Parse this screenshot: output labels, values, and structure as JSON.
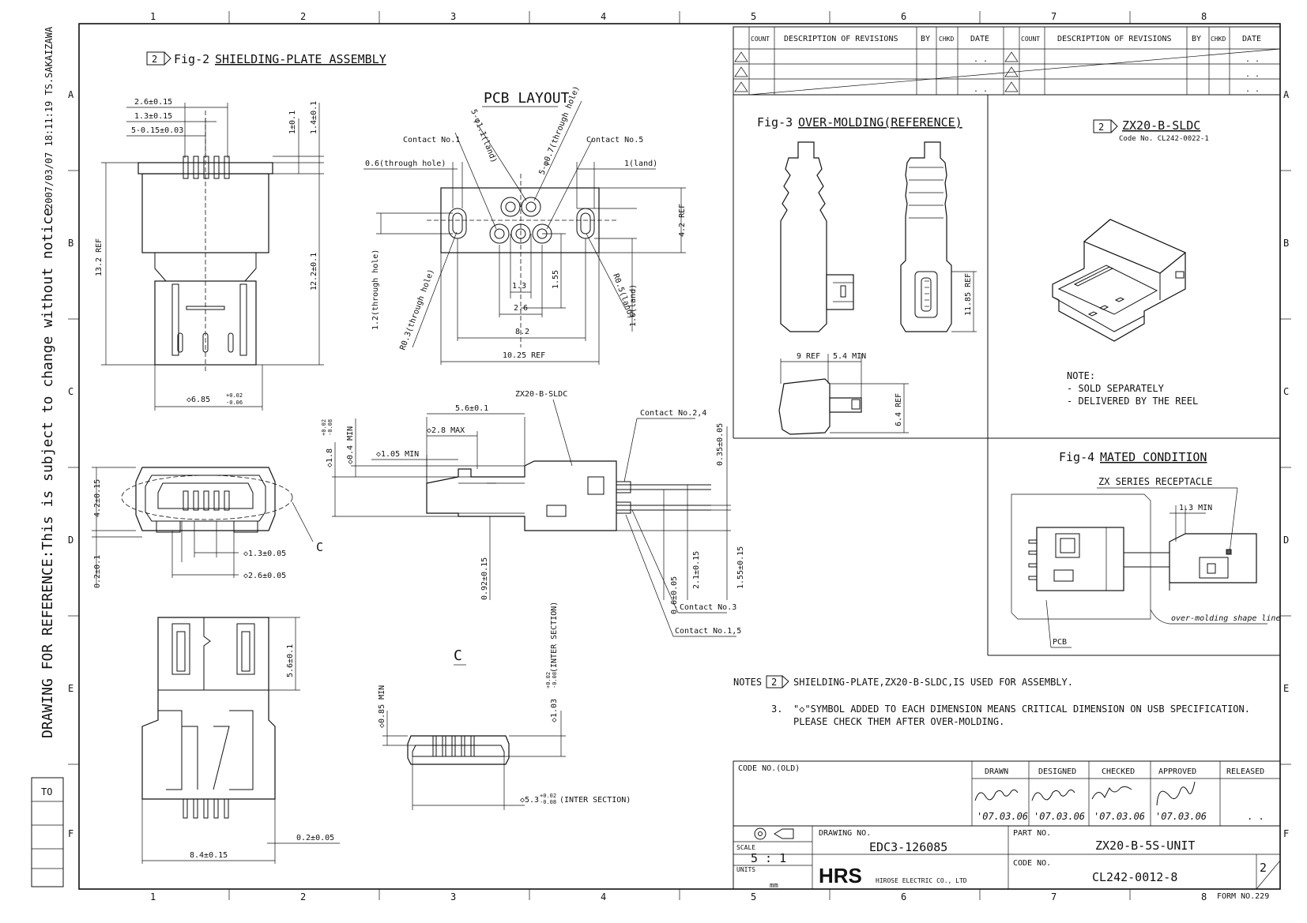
{
  "frame": {
    "cols_top": [
      "1",
      "2",
      "3",
      "4",
      "5",
      "6",
      "7",
      "8"
    ],
    "cols_bottom": [
      "1",
      "2",
      "3",
      "4",
      "5",
      "6",
      "7",
      "8"
    ],
    "rows_left": [
      "A",
      "B",
      "C",
      "D",
      "E",
      "F"
    ],
    "rows_right": [
      "A",
      "B",
      "C",
      "D",
      "E",
      "F"
    ],
    "form_no": "FORM NO.229",
    "side_timestamp": "2007/03/07 18:11:19 TS.SAKAIZAWA",
    "side_notice": "DRAWING FOR REFERENCE:This is subject to change without notice",
    "to_label": "TO"
  },
  "revisions": {
    "headers": [
      "COUNT",
      "DESCRIPTION OF REVISIONS",
      "BY",
      "CHKD",
      "DATE"
    ],
    "dots": ". ."
  },
  "fig2": {
    "marker": "2",
    "title": "Fig-2",
    "subtitle": "SHIELDING-PLATE ASSEMBLY",
    "dims": {
      "d1": "2.6±0.15",
      "d2": "1.3±0.15",
      "d3": "5-0.15±0.03",
      "d4": "1±0.1",
      "d5": "1.4±0.1",
      "d6": "13.2 REF",
      "d7": "12.2±0.1",
      "d8": "◇6.85",
      "d8sup": "+0.02",
      "d8sub": "-0.06",
      "d9": "4.2±0.15",
      "d10": "0.2±0.1",
      "d11": "◇1.3±0.05",
      "d12": "◇2.6±0.05",
      "callout_c": "C",
      "d13": "5.6±0.1",
      "d14": "0.2±0.05",
      "d15": "8.4±0.15"
    }
  },
  "pcb": {
    "title": "PCB LAYOUT",
    "contact1": "Contact No.1",
    "contact5": "Contact No.5",
    "land1": "5-φ1.1(land)",
    "hole1": "5-φ0.7(through hole)",
    "th06": "0.6(through hole)",
    "land_1": "1(land)",
    "ref42": "4.2 REF",
    "th12": "1.2(through hole)",
    "r03": "R0.3(through hole)",
    "r05": "R0.5(land)",
    "l16": "1.6(land)",
    "d13": "1.3",
    "d155": "1.55",
    "d26": "2.6",
    "d82": "8.2",
    "d1025": "10.25 REF"
  },
  "side": {
    "part_label": "ZX20-B-SLDC",
    "d56": "5.6±0.1",
    "d28": "◇2.8 MAX",
    "d105": "◇1.05 MIN",
    "d18": "◇1.8",
    "d18sup": "+0.02",
    "d18sub": "-0.08",
    "d04": "◇0.4 MIN",
    "contact24": "Contact No.2,4",
    "d035": "0.35±0.05",
    "d092": "0.92±0.15",
    "d06": "0.6±0.05",
    "d21": "2.1±0.15",
    "d155": "1.55±0.15",
    "contact3": "Contact No.3",
    "contact15": "Contact No.1,5"
  },
  "sectionc": {
    "title": "C",
    "d085": "◇0.85 MIN",
    "d103": "◇1.03",
    "d103sup": "+0.02",
    "d103sub": "-0.08",
    "d103note": "(INTER SECTION)",
    "d53": "◇5.3",
    "d53sup": "+0.02",
    "d53sub": "-0.08",
    "d53note": "(INTER SECTION)"
  },
  "fig3": {
    "title": "Fig-3",
    "subtitle": "OVER-MOLDING(REFERENCE)",
    "d1185": "11.85 REF",
    "d9": "9 REF",
    "d54": "5.4 MIN",
    "d64": "6.4 REF"
  },
  "sldc": {
    "marker": "2",
    "title": "ZX20-B-SLDC",
    "code": "Code No. CL242-0022-1",
    "note_title": "NOTE:",
    "note1": "- SOLD SEPARATELY",
    "note2": "- DELIVERED BY THE REEL"
  },
  "fig4": {
    "title": "Fig-4",
    "subtitle": "MATED CONDITION",
    "receptacle": "ZX SERIES RECEPTACLE",
    "d13": "1.3 MIN",
    "overmold": "over-molding shape line",
    "pcb": "PCB"
  },
  "notes": {
    "label": "NOTES",
    "marker": "2",
    "n2": "SHIELDING-PLATE,ZX20-B-SLDC,IS USED FOR ASSEMBLY.",
    "n3num": "3.",
    "n3a": "\"◇\"SYMBOL ADDED TO EACH DIMENSION MEANS CRITICAL DIMENSION ON USB SPECIFICATION.",
    "n3b": "PLEASE CHECK THEM AFTER OVER-MOLDING."
  },
  "titleblock": {
    "code_old": "CODE NO.(OLD)",
    "drawn": "DRAWN",
    "designed": "DESIGNED",
    "checked": "CHECKED",
    "approved": "APPROVED",
    "released": "RELEASED",
    "date1": "'07.03.06",
    "date2": "'07.03.06",
    "date3": "'07.03.06",
    "date4": "'07.03.06",
    "released_dots": ". .",
    "drawing_no_label": "DRAWING NO.",
    "drawing_no": "EDC3-126085",
    "part_no_label": "PART NO.",
    "part_no": "ZX20-B-5S-UNIT",
    "scale_label": "SCALE",
    "scale": "5 : 1",
    "units_label": "UNITS",
    "units": "mm",
    "logo": "HRS",
    "company": "HIROSE ELECTRIC CO., LTD",
    "code_no_label": "CODE NO.",
    "code_no": "CL242-0012-8",
    "sheet": "2"
  }
}
